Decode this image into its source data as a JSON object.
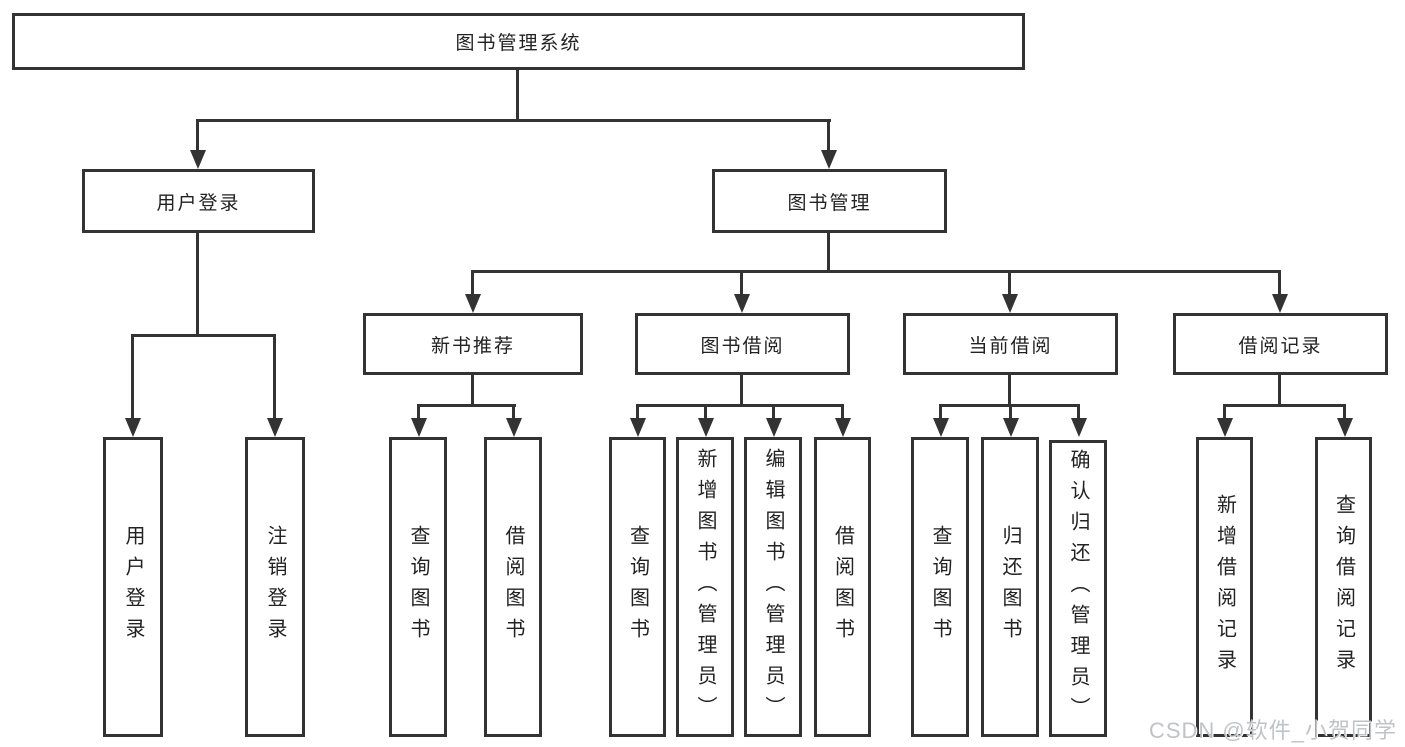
{
  "colors": {
    "line": "#333333",
    "box_border": "#333333",
    "text": "#222222",
    "background": "#ffffff",
    "watermark_text": "#c0c2c8"
  },
  "diagram": {
    "type": "hierarchy-tree",
    "root": {
      "label": "图书管理系统"
    },
    "level2": [
      {
        "label": "用户登录"
      },
      {
        "label": "图书管理"
      }
    ],
    "level3": [
      {
        "label": "新书推荐"
      },
      {
        "label": "图书借阅"
      },
      {
        "label": "当前借阅"
      },
      {
        "label": "借阅记录"
      }
    ],
    "leaves": {
      "user_login": [
        "用户登录",
        "注销登录"
      ],
      "new_book": [
        "查询图书",
        "借阅图书"
      ],
      "book_borrow": [
        "查询图书",
        "新增图书（管理员）",
        "编辑图书（管理员）",
        "借阅图书"
      ],
      "current_borrow": [
        "查询图书",
        "归还图书",
        "确认归还（管理员）"
      ],
      "borrow_records": [
        "新增借阅记录",
        "查询借阅记录"
      ]
    }
  },
  "watermark": {
    "text": "CSDN @软件_小贺同学"
  }
}
